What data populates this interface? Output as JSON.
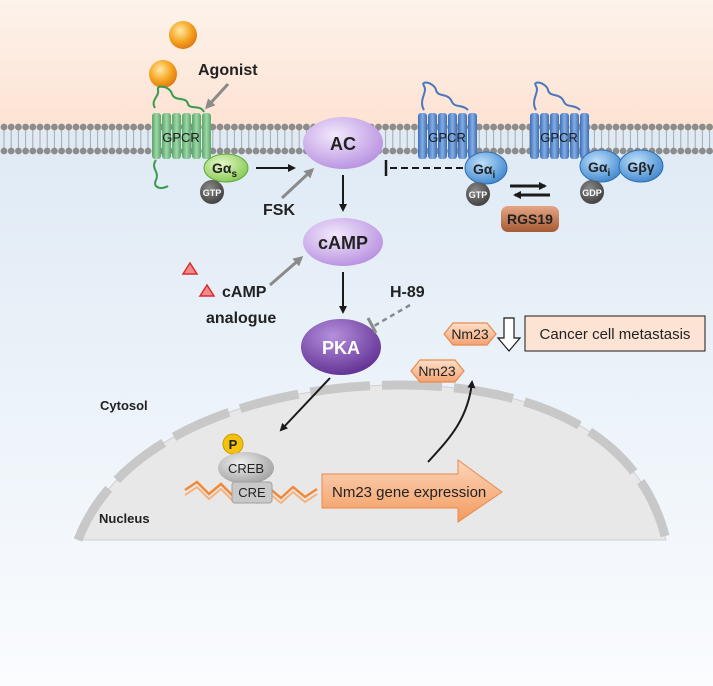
{
  "labels": {
    "agonist": "Agonist",
    "gpcr_left": "GPCR",
    "gpcr_mid": "GPCR",
    "gpcr_right": "GPCR",
    "gas_base": "Gα",
    "gas_sub": "s",
    "gai_mid_base": "Gα",
    "gai_mid_sub": "i",
    "gai_right_base": "Gα",
    "gai_right_sub": "i",
    "gbg": "Gβγ",
    "gtp_left": "GTP",
    "gtp_mid": "GTP",
    "gdp": "GDP",
    "rgs19": "RGS19",
    "ac": "AC",
    "fsk": "FSK",
    "camp": "cAMP",
    "camp_analogue_line1": "cAMP",
    "camp_analogue_line2": "analogue",
    "h89": "H-89",
    "pka": "PKA",
    "cytosol": "Cytosol",
    "nucleus": "Nucleus",
    "p": "P",
    "creb": "CREB",
    "cre": "CRE",
    "gene_expression": "Nm23 gene expression",
    "nm23_top": "Nm23",
    "nm23_bottom": "Nm23",
    "metastasis": "Cancer cell metastasis"
  },
  "colors": {
    "extracellular": "#fde3d4",
    "cytoplasm": "#e8f1fa",
    "membrane_head": "#8a8a8a",
    "gpcr_green": "#7cc48a",
    "gpcr_blue": "#5b86c9",
    "gas_green": "#a8dc76",
    "gai_blue": "#5aa0de",
    "purple": "#c5a4e6",
    "pka_purple": "#8456b3",
    "rgs_brown": "#c57a4f",
    "orange": "#f5a06a",
    "orange_light": "#fcd9bf",
    "agonist": "#f6a623",
    "phospho": "#f4c20d",
    "analogue_red": "#d92d2d"
  }
}
